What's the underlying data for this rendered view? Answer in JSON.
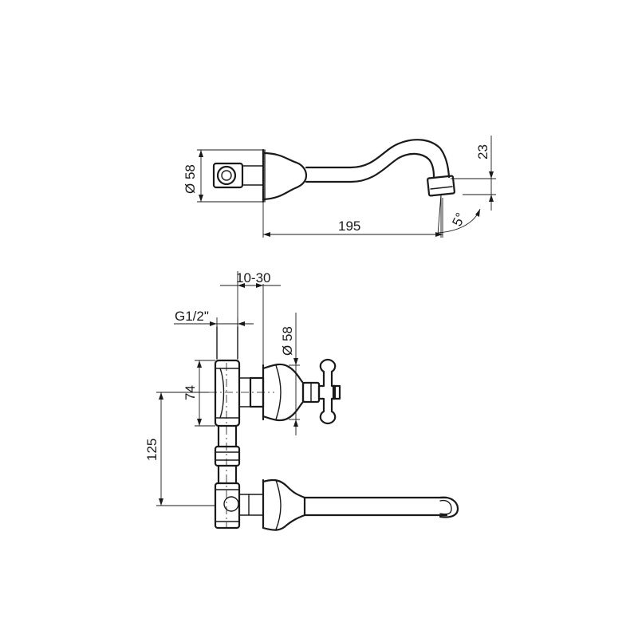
{
  "top_view": {
    "dim_diameter": "Ø 58",
    "dim_length": "195",
    "dim_height": "23",
    "dim_angle": "5°"
  },
  "front_view": {
    "dim_range": "10-30",
    "dim_thread": "G1/2\"",
    "dim_diameter": "Ø 58",
    "dim_body": "74",
    "dim_spacing": "125"
  }
}
